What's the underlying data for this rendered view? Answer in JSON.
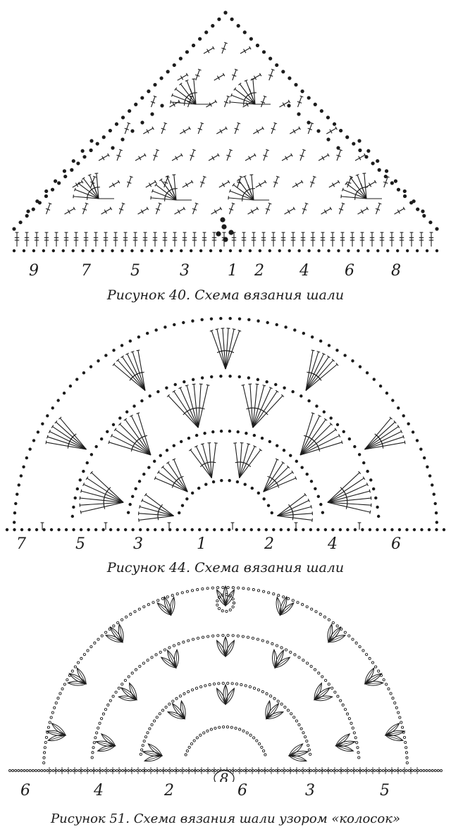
{
  "figures": [
    {
      "id": "fig40",
      "caption": "Рисунок 40. Схема вязания шали",
      "row_labels": [
        "9",
        "7",
        "5",
        "3",
        "1",
        "2",
        "4",
        "6",
        "8"
      ]
    },
    {
      "id": "fig44",
      "caption": "Рисунок 44. Схема вязания шали",
      "row_labels": [
        "7",
        "5",
        "3",
        "1",
        "2",
        "4",
        "6"
      ]
    },
    {
      "id": "fig51",
      "caption": "Рисунок 51. Схема вязания шали узором «колосок»",
      "row_labels": [
        "6",
        "4",
        "2",
        "6",
        "3",
        "5"
      ],
      "center_mark": "8"
    }
  ],
  "colors": {
    "ink": "#1c1c1c",
    "background": "#ffffff"
  },
  "symbols": [
    "chain-stitch-dot",
    "double-crochet-stitch",
    "slip-stitch-dot",
    "picot-loop"
  ]
}
